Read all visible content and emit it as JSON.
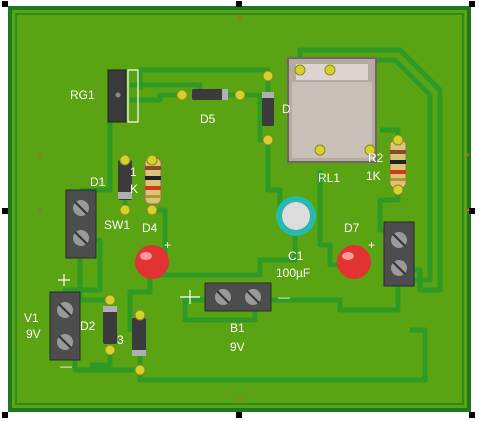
{
  "colors": {
    "board": "#5aa414",
    "board_edge": "#1f7a1f",
    "trace": "#2e9a25",
    "pad": "#d6d22b",
    "label": "#ffffff"
  },
  "labels": {
    "rg1": "RG1",
    "d5": "D5",
    "d_partial": "D",
    "rl1": "RL1",
    "r2": "R2",
    "r2_value": "1K",
    "d1": "D1",
    "r1_partial": "1",
    "r1_value_partial": "K",
    "sw1": "SW1",
    "d4": "D4",
    "c1": "C1",
    "c1_value": "100µF",
    "d7": "D7",
    "v1": "V1",
    "v1_value": "9V",
    "d2_partial": "D2",
    "d3_partial": "3",
    "b1": "B1",
    "b1_value": "9V",
    "plus": "+",
    "minus": "—"
  }
}
